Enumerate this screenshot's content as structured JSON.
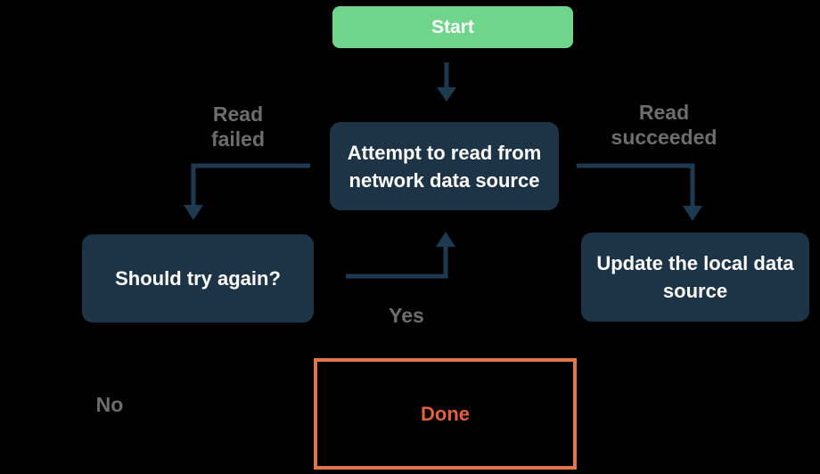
{
  "colors": {
    "bg": "#000000",
    "green": "#6ed58b",
    "navy": "#1d3447",
    "arrow": "#1e3a50",
    "gray": "#6d6d6d",
    "orange-border": "#e0764a",
    "orange-text": "#e2603a",
    "white": "#ffffff"
  },
  "nodes": {
    "start": {
      "label": "Start"
    },
    "attempt": {
      "label": "Attempt to read from network data source"
    },
    "should_try_again": {
      "label": "Should try again?"
    },
    "update_local": {
      "label": "Update the local data source"
    },
    "done": {
      "label": "Done"
    }
  },
  "edges": {
    "read_failed": {
      "label": "Read\nfailed"
    },
    "read_succeeded": {
      "label": "Read\nsucceeded"
    },
    "yes": {
      "label": "Yes"
    },
    "no": {
      "label": "No"
    }
  }
}
